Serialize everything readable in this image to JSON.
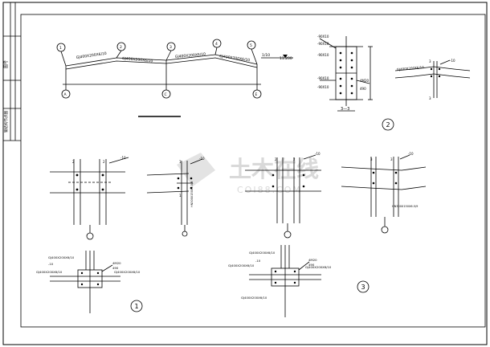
{
  "title_block": {
    "label_1": "图号",
    "label_2": "钢结构节点图"
  },
  "elevation": {
    "axis_top": [
      "1",
      "2",
      "3",
      "4",
      "5"
    ],
    "axis_bottom": [
      "A",
      "C",
      "E"
    ],
    "beam_labels": [
      "GJ400X200X6/10",
      "GJ400X200X6/10",
      "GJ400X200X6/10",
      "GJ400X200X6/10"
    ],
    "slope": "1/10",
    "elevation_mark": "11.200"
  },
  "section_3_3": {
    "title": "3—3",
    "dims": [
      "-90X10",
      "-90X10",
      "-90X10",
      "-90X10",
      "-90X10"
    ],
    "bolt_note": "4M20",
    "width": "490"
  },
  "detail_2_top": {
    "beam_label": "GJ400X200X6/10",
    "plate": "-10",
    "sections": [
      "3",
      "3"
    ]
  },
  "detail_markers": [
    "1",
    "2",
    "3"
  ],
  "middle_details": [
    {
      "plate": "-10",
      "sections": [
        "2",
        "2"
      ]
    },
    {
      "plate": "-10",
      "sections": [
        "1",
        "1"
      ],
      "beam_label": "HN300X150X6.5/9"
    },
    {
      "plate": "-10",
      "sections": [
        "2",
        "2"
      ]
    },
    {
      "plate": "-10",
      "sections": [
        "3",
        "3"
      ],
      "beam_label": "HN300X150X6.5/9"
    }
  ],
  "plan_1": {
    "labels": [
      "GJ400X200X6/10",
      "GJ400X200X6/10",
      "GJ400X200X6/10"
    ],
    "bolt": "4M20",
    "width": "490",
    "plate": "-10"
  },
  "plan_3": {
    "labels": [
      "GJ400X200X6/10",
      "GJ400X200X6/10",
      "GJ400X200X6/10",
      "GJ400X200X6/10"
    ],
    "bolt": "4M20",
    "width": "490",
    "plate": "-10"
  },
  "watermark": {
    "cn": "土木在线",
    "en": "COI88.COM"
  },
  "colors": {
    "line": "#000000",
    "watermark": "#cfcfcf"
  }
}
